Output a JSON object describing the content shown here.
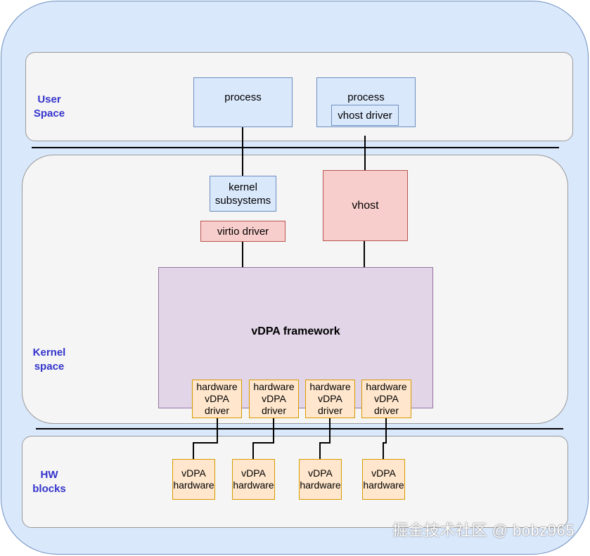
{
  "layers": {
    "user_space": "User\nSpace",
    "kernel_space": "Kernel\nspace",
    "hw_blocks": "HW\nblocks"
  },
  "nodes": {
    "process_left": "process",
    "process_right": "process",
    "vhost_driver": "vhost driver",
    "kernel_subsystems": "kernel\nsubsystems",
    "virtio_driver": "virtio driver",
    "vhost": "vhost",
    "vdpa_framework": "vDPA framework",
    "hw_vdpa_drivers": [
      "hardware\nvDPA\ndriver",
      "hardware\nvDPA\ndriver",
      "hardware\nvDPA\ndriver",
      "hardware\nvDPA\ndriver"
    ],
    "vdpa_hardware": [
      "vDPA\nhardware",
      "vDPA\nhardware",
      "vDPA\nhardware",
      "vDPA\nhardware"
    ]
  },
  "watermark": "掘金技术社区 @ bobz965",
  "colors": {
    "background_blue": "#dae8fc",
    "layer_gray": "#f5f5f5",
    "label_blue": "#3333cc",
    "red_fill": "#f8cecc",
    "purple_fill": "#e1d5e7",
    "orange_fill": "#ffe6cc"
  }
}
